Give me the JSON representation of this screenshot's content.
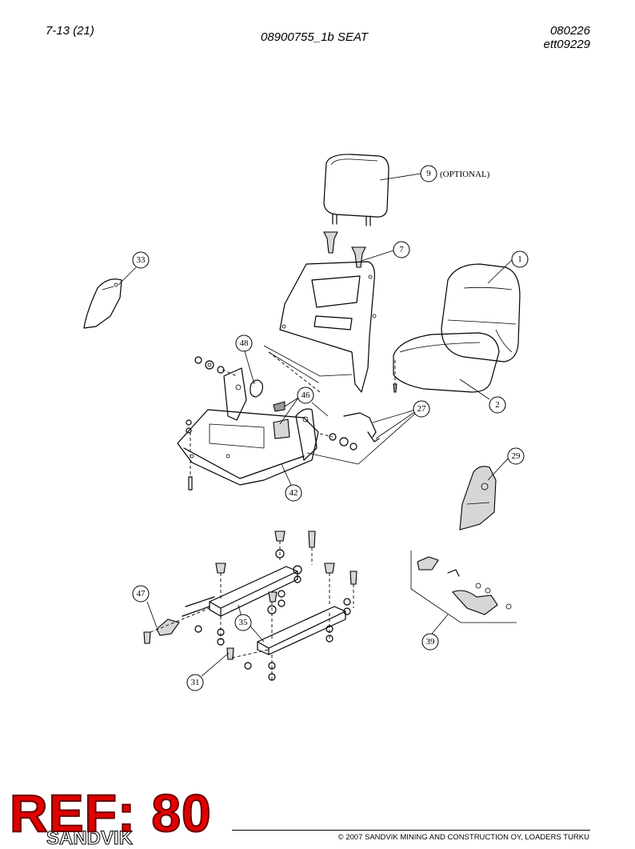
{
  "header": {
    "page": "7-13 (21)",
    "title": "08900755_1b SEAT",
    "date": "080226",
    "code": "ett09229"
  },
  "diagram": {
    "optional_note": "(OPTIONAL)",
    "callouts": [
      {
        "id": "c9",
        "label": "9"
      },
      {
        "id": "c7",
        "label": "7"
      },
      {
        "id": "c1",
        "label": "1"
      },
      {
        "id": "c33",
        "label": "33"
      },
      {
        "id": "c48",
        "label": "48"
      },
      {
        "id": "c46",
        "label": "46"
      },
      {
        "id": "c27",
        "label": "27"
      },
      {
        "id": "c2",
        "label": "2"
      },
      {
        "id": "c29",
        "label": "29"
      },
      {
        "id": "c42",
        "label": "42"
      },
      {
        "id": "c47",
        "label": "47"
      },
      {
        "id": "c35",
        "label": "35"
      },
      {
        "id": "c39",
        "label": "39"
      },
      {
        "id": "c31",
        "label": "31"
      }
    ]
  },
  "footer": {
    "ref_label": "REF: 80",
    "brand": "SANDVIK",
    "copyright": "© 2007 SANDVIK MINING AND CONSTRUCTION OY, LOADERS TURKU"
  }
}
